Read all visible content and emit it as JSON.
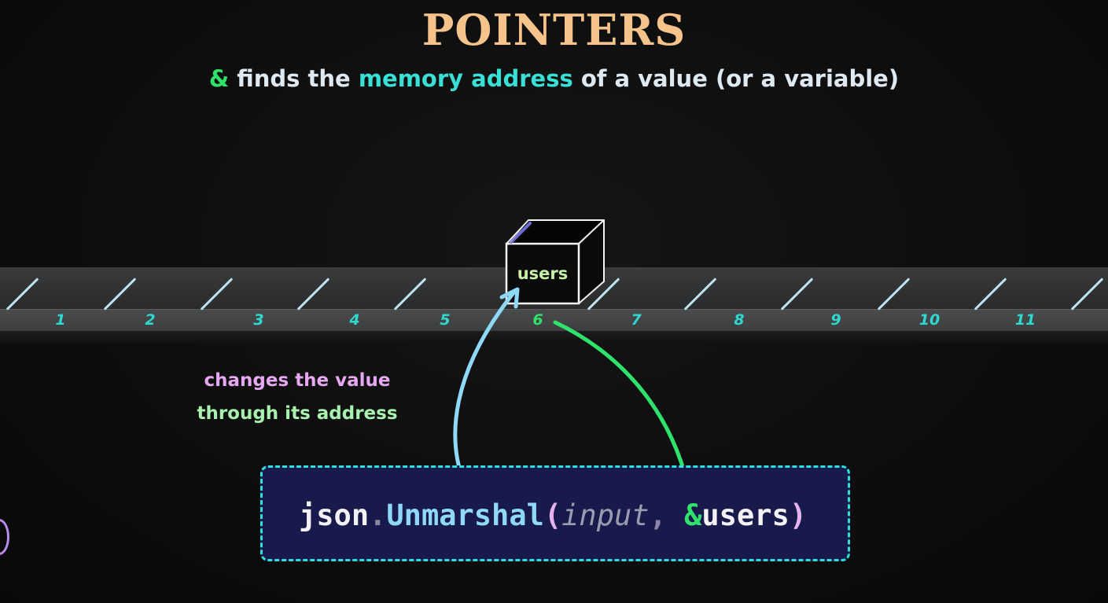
{
  "title": "POINTERS",
  "subtitle": {
    "amp": "&",
    "part1": " finds the ",
    "highlight": "memory address",
    "part2": " of a value (or a variable)"
  },
  "memory": {
    "addresses": [
      "1",
      "2",
      "3",
      "4",
      "5",
      "6",
      "7",
      "8",
      "9",
      "10",
      "11"
    ],
    "active_address": "6",
    "box_label": "users"
  },
  "note": {
    "line1": "changes the value",
    "line2": "through its address"
  },
  "code": {
    "pkg": "json",
    "dot": ".",
    "func": "Unmarshal",
    "open_paren": "(",
    "arg1": "input",
    "comma": ", ",
    "amp": "&",
    "arg2": "users",
    "close_paren": ")"
  },
  "colors": {
    "title": "#f6c48a",
    "amp": "#2fe26b",
    "highlight": "#38e0d6",
    "address": "#2fd9d0",
    "arrow_up": "#8fd8f7",
    "arrow_down": "#2fe26b",
    "code_border": "#2ee0dc",
    "code_bg": "#171a4a"
  }
}
